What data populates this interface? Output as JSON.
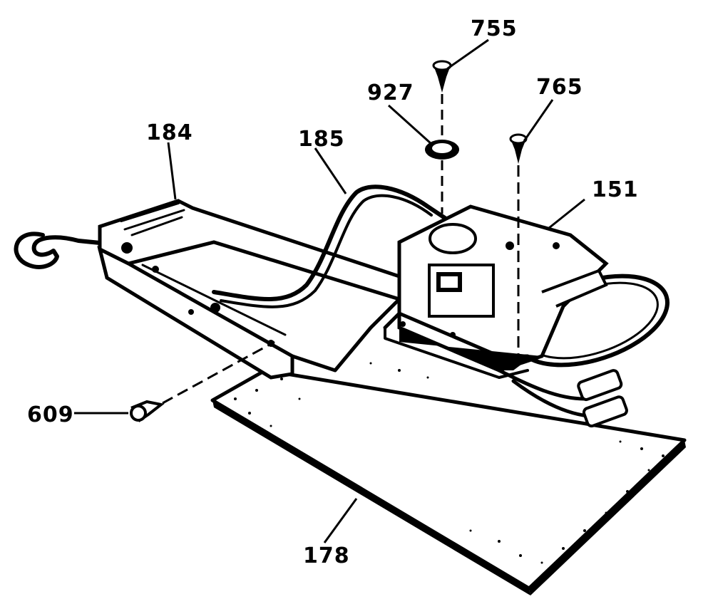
{
  "diagram": {
    "labels": {
      "p755": "755",
      "p927": "927",
      "p765": "765",
      "p184": "184",
      "p185": "185",
      "p151": "151",
      "p609": "609",
      "p178": "178"
    },
    "colors": {
      "ink": "#000000",
      "background": "#ffffff"
    }
  }
}
